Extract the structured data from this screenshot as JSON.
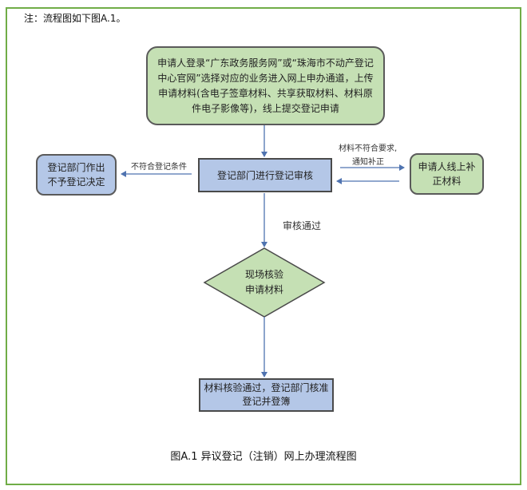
{
  "note": "注：流程图如下图A.1。",
  "colors": {
    "frame": "#70ad47",
    "green_fill": "#c5e0b4",
    "blue_fill": "#b4c7e7",
    "arrow": "#4f73b0",
    "border": "#5a5a5a"
  },
  "nodes": {
    "start": "申请人登录“广东政务服务网”或“珠海市不动产登记中心官网”选择对应的业务进入网上申办通道，上传申请材料(含电子签章材料、共享获取材料、材料原件电子影像等)，线上提交登记申请",
    "review": "登记部门进行登记审核",
    "reject_line1": "登记部门作出",
    "reject_line2": "不予登记决定",
    "supplement_line1": "申请人线上补",
    "supplement_line2": "正材料",
    "inspect_line1": "现场核验",
    "inspect_line2": "申请材料",
    "approve_line1": "材料核验通过，登记部门核准",
    "approve_line2": "登记并登簿"
  },
  "edges": {
    "reject_label": "不符合登记条件",
    "supplement_label_line1": "材料不符合要求,",
    "supplement_label_line2": "通知补正",
    "pass_label": "审核通过"
  },
  "caption": "图A.1 异议登记（注销）网上办理流程图"
}
